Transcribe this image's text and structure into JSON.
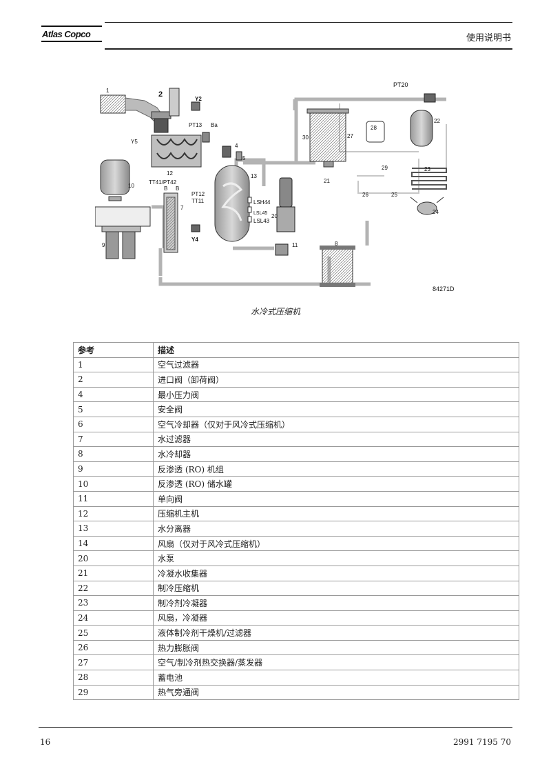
{
  "header": {
    "logo_text": "Atlas Copco",
    "title": "使用说明书"
  },
  "diagram": {
    "labels": {
      "n1": "1",
      "n2": "2",
      "n4": "4",
      "n5": "5",
      "n7": "7",
      "n8": "8",
      "n9": "9",
      "n10": "10",
      "n11": "11",
      "n12": "12",
      "n13": "13",
      "n20": "20",
      "n21": "21",
      "n22": "22",
      "n23": "23",
      "n24": "24",
      "n25": "25",
      "n26": "26",
      "n27": "27",
      "n28": "28",
      "n29": "29",
      "n30": "30",
      "y2": "Y2",
      "y4": "Y4",
      "y5": "Y5",
      "pt13": "PT13",
      "ba": "Ba",
      "pt12": "PT12",
      "tt11": "TT11",
      "tt41": "TT41/PT42",
      "b1": "B",
      "b2": "B",
      "pt20": "PT20",
      "lsh44": "LSH44",
      "lsl45": "LSL45",
      "lsl43": "LSL43",
      "fig_id": "84271D"
    }
  },
  "caption": "水冷式压缩机",
  "table": {
    "headers": [
      "参考",
      "描述"
    ],
    "rows": [
      [
        "1",
        "空气过滤器"
      ],
      [
        "2",
        "进口阀（卸荷阀）"
      ],
      [
        "4",
        "最小压力阀"
      ],
      [
        "5",
        "安全阀"
      ],
      [
        "6",
        "空气冷却器（仅对于风冷式压缩机）"
      ],
      [
        "7",
        "水过滤器"
      ],
      [
        "8",
        "水冷却器"
      ],
      [
        "9",
        "反渗透 (RO) 机组"
      ],
      [
        "10",
        "反渗透 (RO) 储水罐"
      ],
      [
        "11",
        "单向阀"
      ],
      [
        "12",
        "压缩机主机"
      ],
      [
        "13",
        "水分离器"
      ],
      [
        "14",
        "风扇（仅对于风冷式压缩机）"
      ],
      [
        "20",
        "水泵"
      ],
      [
        "21",
        "冷凝水收集器"
      ],
      [
        "22",
        "制冷压缩机"
      ],
      [
        "23",
        "制冷剂冷凝器"
      ],
      [
        "24",
        "风扇，冷凝器"
      ],
      [
        "25",
        "液体制冷剂干燥机/过滤器"
      ],
      [
        "26",
        "热力膨胀阀"
      ],
      [
        "27",
        "空气/制冷剂热交换器/蒸发器"
      ],
      [
        "28",
        "蓄电池"
      ],
      [
        "29",
        "热气旁通阀"
      ]
    ]
  },
  "footer": {
    "page_number": "16",
    "doc_number": "2991 7195 70"
  }
}
